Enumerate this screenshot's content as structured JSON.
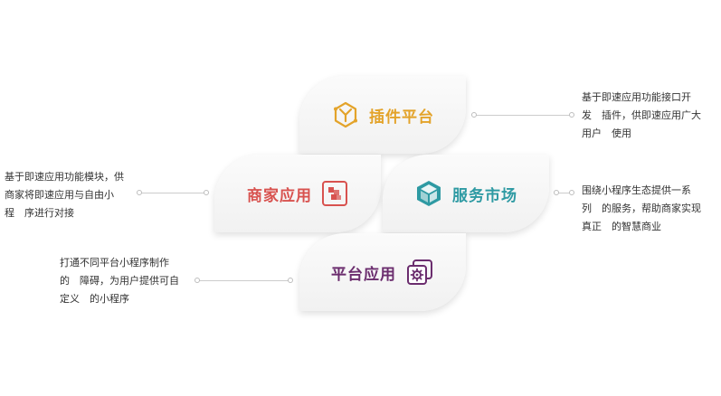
{
  "colors": {
    "plugin": "#E3A32A",
    "merchant": "#D8524F",
    "service": "#2E9AA3",
    "platform": "#6B2D6E",
    "connector": "#cccccc"
  },
  "cards": {
    "plugin": {
      "label": "插件平台",
      "icon": "plugin-y-icon"
    },
    "merchant": {
      "label": "商家应用",
      "icon": "merchant-app-icon"
    },
    "service": {
      "label": "服务市场",
      "icon": "service-cube-icon"
    },
    "platform": {
      "label": "平台应用",
      "icon": "platform-gear-icon"
    }
  },
  "descriptions": {
    "plugin": "基于即速应用功能接口开\n发　插件，供即速应用广大\n用户　使用",
    "merchant": "基于即速应用功能模块，供\n商家将即速应用与自由小\n程　序进行对接",
    "service": "围绕小程序生态提供一系\n列　的服务，帮助商家实现\n真正　的智慧商业",
    "platform": "打通不同平台小程序制作\n的　障碍，为用户提供可自\n定义　的小程序"
  }
}
